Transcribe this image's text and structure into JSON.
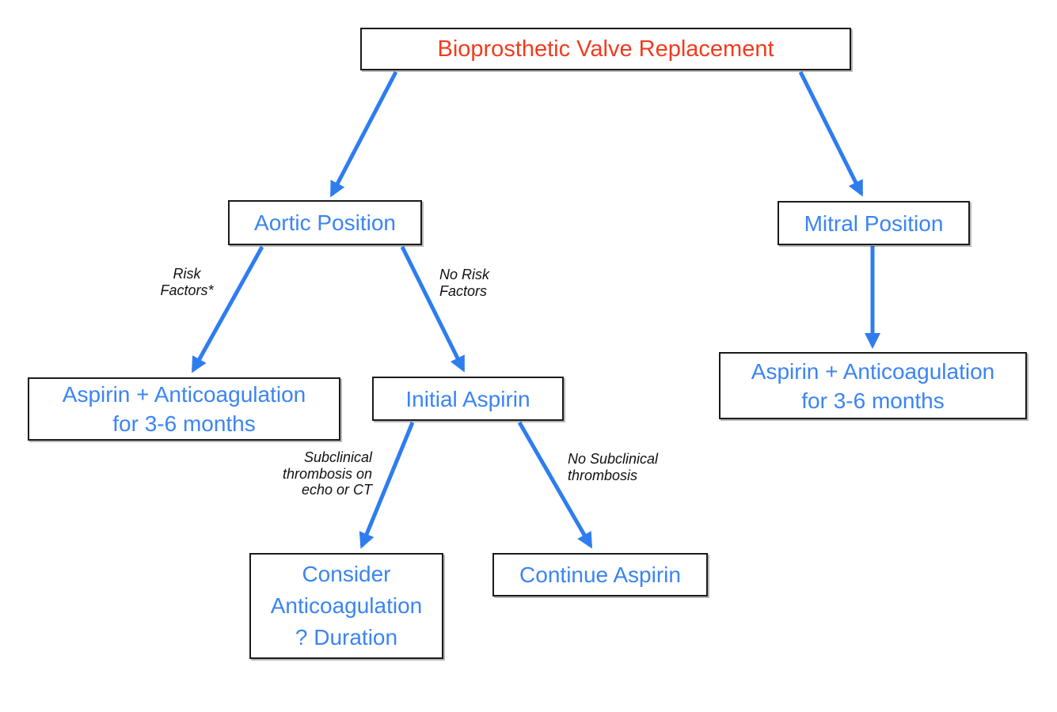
{
  "colors": {
    "background": "#ffffff",
    "node_border": "#1b1b1b",
    "title_text": "#f23b1e",
    "node_text": "#3b84f4",
    "arrow": "#2e7df0",
    "edge_label_text": "#111111"
  },
  "nodes": {
    "root": "Bioprosthetic Valve Replacement",
    "aortic": "Aortic Position",
    "mitral": "Mitral Position",
    "aspirin_anticoag_aortic": "Aspirin + Anticoagulation\nfor 3-6 months",
    "initial_aspirin": "Initial Aspirin",
    "aspirin_anticoag_mitral": "Aspirin + Anticoagulation\nfor 3-6 months",
    "consider_anticoagulation": "Consider\nAnticoagulation\n? Duration",
    "continue_aspirin": "Continue Aspirin"
  },
  "edge_labels": {
    "risk_factors": "Risk\nFactors*",
    "no_risk_factors": "No Risk\nFactors",
    "subclinical_thrombosis": "Subclinical\nthrombosis on\necho or CT",
    "no_subclinical_thrombosis": "No Subclinical\nthrombosis"
  }
}
